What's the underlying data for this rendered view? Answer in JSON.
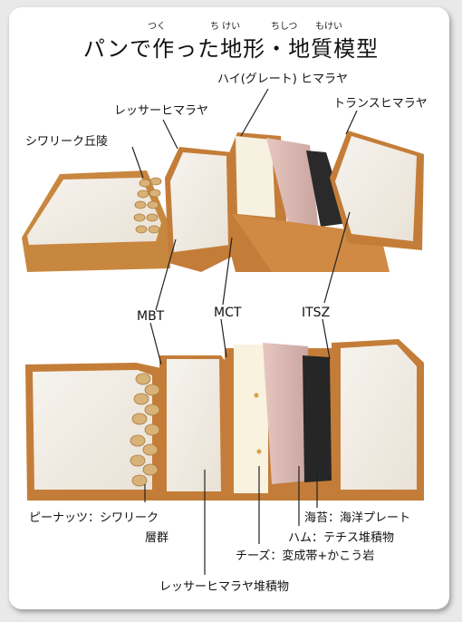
{
  "title": "パンで作った地形・地質模型",
  "ruby": {
    "tsuku": "つく",
    "chikei": "ち けい",
    "chishitsu": "ちしつ",
    "mokei": "もけい"
  },
  "top_labels": {
    "siwalik_hills": "シワリーク丘陵",
    "lesser_himalaya": "レッサーヒマラヤ",
    "high_himalaya": "ハイ(グレート) ヒマラヤ",
    "trans_himalaya": "トランスヒマラヤ"
  },
  "faults": {
    "mbt": "MBT",
    "mct": "MCT",
    "itsz": "ITSZ"
  },
  "bottom_labels": {
    "peanuts_line1": "ピーナッツ：シワリーク",
    "peanuts_line2": "層群",
    "lesser_sediments": "レッサーヒマラヤ堆積物",
    "cheese": "チーズ：変成帯+かこう岩",
    "ham": "ハム：テチス堆積物",
    "nori": "海苔：海洋プレート"
  }
}
